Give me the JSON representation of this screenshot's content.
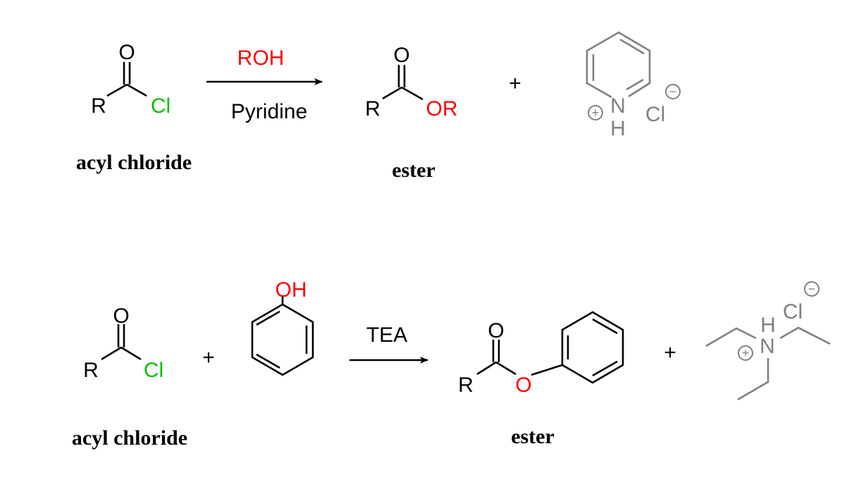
{
  "colors": {
    "black": "#000000",
    "red": "#ff0000",
    "green": "#00c000",
    "gray": "#808080"
  },
  "reaction1": {
    "reactant": {
      "O": "O",
      "R": "R",
      "Cl": "Cl",
      "label": "acyl chloride"
    },
    "reagent_above": "ROH",
    "reagent_below": "Pyridine",
    "product": {
      "O": "O",
      "R": "R",
      "OR": "OR",
      "label": "ester"
    },
    "plus": "+",
    "byproduct": {
      "N": "N",
      "H": "H",
      "Cl": "Cl",
      "plus_charge": "+",
      "minus_charge": "−"
    }
  },
  "reaction2": {
    "reactant": {
      "O": "O",
      "R": "R",
      "Cl": "Cl",
      "label": "acyl chloride"
    },
    "plus1": "+",
    "phenol": {
      "OH": "OH"
    },
    "reagent_above": "TEA",
    "product": {
      "O_carbonyl": "O",
      "R": "R",
      "O_ester": "O",
      "label": "ester"
    },
    "plus2": "+",
    "byproduct": {
      "N": "N",
      "H": "H",
      "Cl": "Cl",
      "plus_charge": "+",
      "minus_charge": "−"
    }
  }
}
